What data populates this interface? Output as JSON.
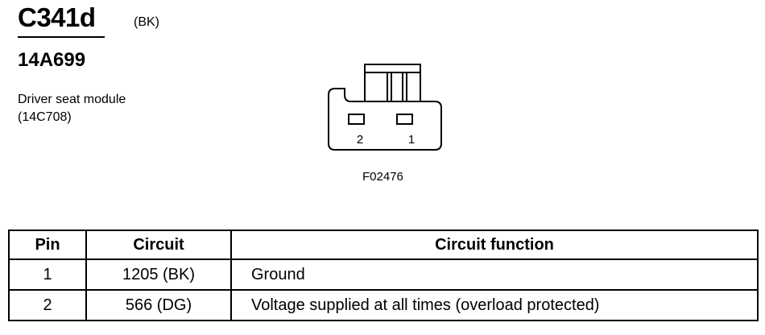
{
  "header": {
    "connector_id": "C341d",
    "color_code": "(BK)",
    "part_number": "14A699",
    "component_name": "Driver seat module",
    "component_number": "(14C708)"
  },
  "diagram": {
    "pin_labels": [
      "2",
      "1"
    ],
    "figure_id": "F02476"
  },
  "table": {
    "headers": [
      "Pin",
      "Circuit",
      "Circuit function"
    ],
    "rows": [
      {
        "pin": "1",
        "circuit": "1205 (BK)",
        "function": "Ground"
      },
      {
        "pin": "2",
        "circuit": "566 (DG)",
        "function": "Voltage supplied at all times (overload protected)"
      }
    ]
  }
}
